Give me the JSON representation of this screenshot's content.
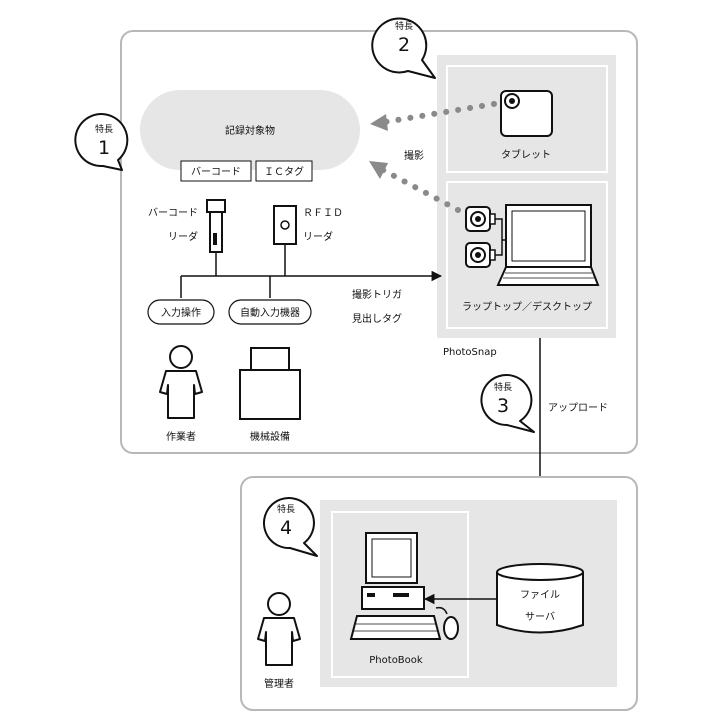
{
  "features": {
    "f1": {
      "label": "特長",
      "number": "1"
    },
    "f2": {
      "label": "特長",
      "number": "2"
    },
    "f3": {
      "label": "特長",
      "number": "3"
    },
    "f4": {
      "label": "特長",
      "number": "4"
    }
  },
  "record_target": {
    "title": "記録対象物",
    "barcode_tag": "バーコード",
    "ic_tag": "ＩＣタグ"
  },
  "readers": {
    "barcode_line1": "バーコード",
    "barcode_line2": "リーダ",
    "rfid_line1": "ＲＦＩＤ",
    "rfid_line2": "リーダ"
  },
  "inputs": {
    "manual": "入力操作",
    "auto": "自動入力機器"
  },
  "actors": {
    "worker": "作業者",
    "machine": "機械設備",
    "manager": "管理者"
  },
  "capture": {
    "shoot_label": "撮影",
    "tablet": "タブレット",
    "laptop": "ラップトップ／デスクトップ",
    "trigger_line1": "撮影トリガ",
    "trigger_line2": "見出しタグ",
    "app_name": "PhotoSnap"
  },
  "upload": {
    "label": "アップロード"
  },
  "server": {
    "line1": "ファイル",
    "line2": "サーバ"
  },
  "viewer": {
    "app_name": "PhotoBook"
  },
  "colors": {
    "frame": "#b8b8b8",
    "panel": "#e6e6e6",
    "dots": "#8a8a8a",
    "line": "#111111"
  }
}
